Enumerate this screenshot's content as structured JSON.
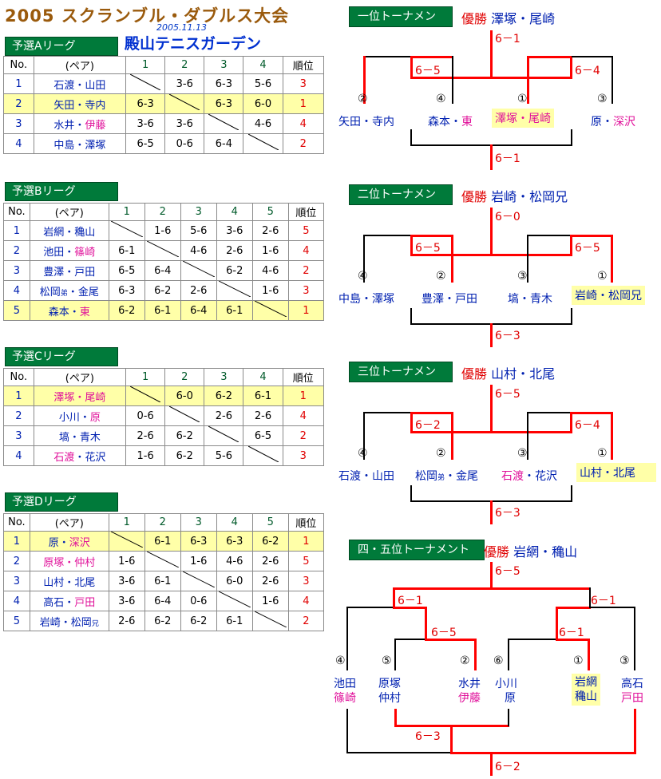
{
  "header": {
    "title": "2005 スクランブル・ダブルス大会",
    "date": "2005.11.13",
    "venue": "殿山テニスガーデン"
  },
  "leagues": {
    "a": {
      "title": "予選Aリーグ",
      "headers": [
        "No.",
        "(ペア)",
        "1",
        "2",
        "3",
        "4",
        "順位"
      ],
      "rows": [
        {
          "no": "1",
          "n1": "石渡",
          "n2": "山田",
          "c1": "",
          "c2": "3-6",
          "c3": "6-3",
          "c4": "5-6",
          "rank": "3"
        },
        {
          "no": "2",
          "n1": "矢田",
          "n2": "寺内",
          "c1": "6-3",
          "c2": "",
          "c3": "6-3",
          "c4": "6-0",
          "rank": "1"
        },
        {
          "no": "3",
          "n1": "水井",
          "n2": "伊藤",
          "c1": "3-6",
          "c2": "3-6",
          "c3": "",
          "c4": "4-6",
          "rank": "4"
        },
        {
          "no": "4",
          "n1": "中島",
          "n2": "澤塚",
          "c1": "6-5",
          "c2": "0-6",
          "c3": "6-4",
          "c4": "",
          "rank": "2"
        }
      ]
    },
    "b": {
      "title": "予選Bリーグ",
      "headers": [
        "No.",
        "(ペア)",
        "1",
        "2",
        "3",
        "4",
        "5",
        "順位"
      ],
      "rows": [
        {
          "no": "1",
          "n1": "岩網",
          "n2": "穐山",
          "c1": "",
          "c2": "1-6",
          "c3": "5-6",
          "c4": "3-6",
          "c5": "2-6",
          "rank": "5"
        },
        {
          "no": "2",
          "n1": "池田",
          "n2": "篠崎",
          "c1": "6-1",
          "c2": "",
          "c3": "4-6",
          "c4": "2-6",
          "c5": "1-6",
          "rank": "4"
        },
        {
          "no": "3",
          "n1": "豊澤",
          "n2": "戸田",
          "c1": "6-5",
          "c2": "6-4",
          "c3": "",
          "c4": "6-2",
          "c5": "4-6",
          "rank": "2"
        },
        {
          "no": "4",
          "n1": "松岡",
          "sub": "弟",
          "n2": "金尾",
          "c1": "6-3",
          "c2": "6-2",
          "c3": "2-6",
          "c4": "",
          "c5": "1-6",
          "rank": "3"
        },
        {
          "no": "5",
          "n1": "森本",
          "n2": "東",
          "c1": "6-2",
          "c2": "6-1",
          "c3": "6-4",
          "c4": "6-1",
          "c5": "",
          "rank": "1"
        }
      ]
    },
    "c": {
      "title": "予選Cリーグ",
      "headers": [
        "No.",
        "(ペア)",
        "1",
        "2",
        "3",
        "4",
        "順位"
      ],
      "rows": [
        {
          "no": "1",
          "n1": "澤塚",
          "n2": "尾崎",
          "c1": "",
          "c2": "6-0",
          "c3": "6-2",
          "c4": "6-1",
          "rank": "1"
        },
        {
          "no": "2",
          "n1": "小川",
          "n2": "原",
          "c1": "0-6",
          "c2": "",
          "c3": "2-6",
          "c4": "2-6",
          "rank": "4"
        },
        {
          "no": "3",
          "n1": "塙",
          "n2": "青木",
          "c1": "2-6",
          "c2": "6-2",
          "c3": "",
          "c4": "6-5",
          "rank": "2"
        },
        {
          "no": "4",
          "n1": "石渡",
          "n2": "花沢",
          "c1": "1-6",
          "c2": "6-2",
          "c3": "5-6",
          "c4": "",
          "rank": "3"
        }
      ]
    },
    "d": {
      "title": "予選Dリーグ",
      "headers": [
        "No.",
        "(ペア)",
        "1",
        "2",
        "3",
        "4",
        "5",
        "順位"
      ],
      "rows": [
        {
          "no": "1",
          "n1": "原",
          "n2": "深沢",
          "c1": "",
          "c2": "6-1",
          "c3": "6-3",
          "c4": "6-3",
          "c5": "6-2",
          "rank": "1"
        },
        {
          "no": "2",
          "n1": "原塚",
          "n2": "仲村",
          "c1": "1-6",
          "c2": "",
          "c3": "1-6",
          "c4": "4-6",
          "c5": "2-6",
          "rank": "5"
        },
        {
          "no": "3",
          "n1": "山村",
          "n2": "北尾",
          "c1": "3-6",
          "c2": "6-1",
          "c3": "",
          "c4": "6-0",
          "c5": "2-6",
          "rank": "3"
        },
        {
          "no": "4",
          "n1": "高石",
          "n2": "戸田",
          "c1": "3-6",
          "c2": "6-4",
          "c3": "0-6",
          "c4": "",
          "c5": "1-6",
          "rank": "4"
        },
        {
          "no": "5",
          "n1": "岩崎",
          "n2": "松岡",
          "sub2": "兄",
          "c1": "2-6",
          "c2": "6-2",
          "c3": "6-2",
          "c4": "6-1",
          "c5": "",
          "rank": "2"
        }
      ]
    }
  },
  "tournaments": {
    "t1": {
      "title": "一位トーナメント",
      "champ_label": "優勝",
      "champ": "澤塚・尾崎",
      "final_top": "6－1",
      "semi_left": "6－5",
      "semi_right": "6－4",
      "third": "6－1",
      "players": [
        {
          "seed": "②",
          "name": "矢田・寺内"
        },
        {
          "seed": "④",
          "name1": "森本・",
          "name2": "東"
        },
        {
          "seed": "①",
          "name": "澤塚・尾崎"
        },
        {
          "seed": "③",
          "name1": "原・",
          "name2": "深沢"
        }
      ]
    },
    "t2": {
      "title": "二位トーナメント",
      "champ_label": "優勝",
      "champ": "岩崎・松岡兄",
      "final_top": "6－0",
      "semi_left": "6－5",
      "semi_right": "6－5",
      "third": "6－3",
      "players": [
        {
          "seed": "④",
          "name": "中島・澤塚"
        },
        {
          "seed": "②",
          "name": "豊澤・戸田"
        },
        {
          "seed": "③",
          "name": "塙・青木"
        },
        {
          "seed": "①",
          "name": "岩崎・松岡兄"
        }
      ]
    },
    "t3": {
      "title": "三位トーナメント",
      "champ_label": "優勝",
      "champ": "山村・北尾",
      "final_top": "6－5",
      "semi_left": "6－2",
      "semi_right": "6－4",
      "third": "6－3",
      "players": [
        {
          "seed": "④",
          "name": "石渡・山田"
        },
        {
          "seed": "②",
          "name1": "松岡",
          "sub": "弟",
          "name2": "・金尾"
        },
        {
          "seed": "③",
          "name1": "石渡",
          "name2": "・花沢"
        },
        {
          "seed": "①",
          "name": "山村・北尾"
        }
      ]
    },
    "t4": {
      "title": "四・五位トーナメント",
      "champ_label": "優勝",
      "champ": "岩網・穐山",
      "final_top": "6－5",
      "left_r2": "6－1",
      "right_r2": "6－1",
      "left_r1": "6－5",
      "right_r1": "6－1",
      "bottom_mid": "6－3",
      "bottom": "6－2",
      "players": [
        {
          "seed": "④",
          "l1": "池田",
          "l2": "篠崎"
        },
        {
          "seed": "⑤",
          "l1": "原塚",
          "l2": "仲村"
        },
        {
          "seed": "②",
          "l1": "水井",
          "l2": "伊藤"
        },
        {
          "seed": "⑥",
          "l1": "小川",
          "l2": "原"
        },
        {
          "seed": "①",
          "l1": "岩網",
          "l2": "穐山"
        },
        {
          "seed": "③",
          "l1": "高石",
          "l2": "戸田"
        }
      ]
    }
  },
  "colors": {
    "accent": "#007a3a",
    "win": "#ff0000",
    "highlight": "#ffffa8",
    "name": "#0020b0",
    "pink": "#e0109a"
  }
}
